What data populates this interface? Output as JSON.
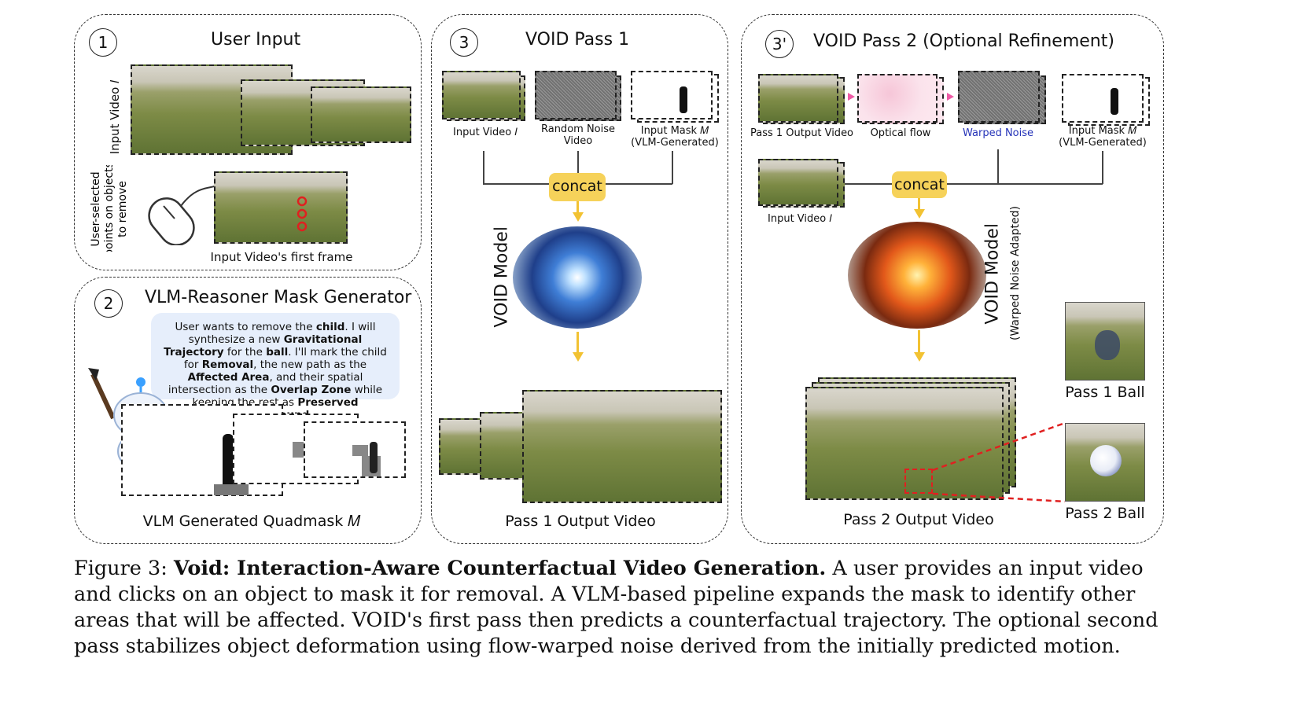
{
  "panel1": {
    "number": "1",
    "title": "User Input",
    "input_video_label": "Input Video 𝐼",
    "user_selected_label_lines": [
      "User-selected",
      "points on objects",
      "to remove"
    ],
    "first_frame_caption": "Input Video's first frame",
    "mouse_icon": "mouse-icon"
  },
  "panel2": {
    "number": "2",
    "title": "VLM-Reasoner Mask Generator",
    "bubble_parts": [
      "User wants to remove the ",
      "child",
      ". I will synthesize a new ",
      "Gravitational Trajectory",
      " for the ",
      "ball",
      ". I'll mark the child for ",
      "Removal",
      ", the new path as the ",
      "Affected Area",
      ", and their spatial intersection as the ",
      "Overlap Zone",
      " while keeping the rest as ",
      "Preserved Background",
      "."
    ],
    "quadmask_caption": "VLM Generated Quadmask 𝑀",
    "robot_icon": "robot-painter-icon"
  },
  "panel3": {
    "number": "3",
    "title": "VOID Pass 1",
    "input_video_caption": "Input Video 𝐼",
    "noise_caption_lines": [
      "Random Noise",
      "Video"
    ],
    "mask_caption_lines": [
      "Input Mask 𝑀",
      "(VLM-Generated)"
    ],
    "concat": "concat",
    "model_label": "VOID Model",
    "output_caption": "Pass 1 Output Video"
  },
  "panel3b": {
    "number": "3'",
    "title": "VOID Pass 2 (Optional Refinement)",
    "pass1_output_caption": "Pass 1 Output Video",
    "optical_flow_caption": "Optical flow",
    "warped_noise_caption": "Warped Noise",
    "mask_caption_lines": [
      "Input Mask 𝑀",
      "(VLM-Generated)"
    ],
    "input_video_caption": "Input Video 𝐼",
    "concat": "concat",
    "model_label": "VOID Model",
    "model_sublabel": "(Warped Noise Adapted)",
    "output_caption": "Pass 2 Output Video",
    "pass1_ball": "Pass 1 Ball",
    "pass2_ball": "Pass 2 Ball"
  },
  "caption": {
    "prefix": "Figure 3: ",
    "bold": "Void: Interaction-Aware Counterfactual Video Generation.",
    "text": " A user provides an input video and clicks on an object to mask it for removal. A VLM-based pipeline expands the mask to identify other areas that will be affected. VOID's first pass then predicts a counterfactual trajectory. The optional second pass stabilizes object deformation using flow-warped noise derived from the initially predicted motion."
  },
  "colors": {
    "concat_fill": "#f6d25a",
    "arrow": "#f2c232",
    "warped_noise_text": "#2533b8",
    "zoom_dash": "#e02020",
    "bubble": "#e6eefb"
  }
}
